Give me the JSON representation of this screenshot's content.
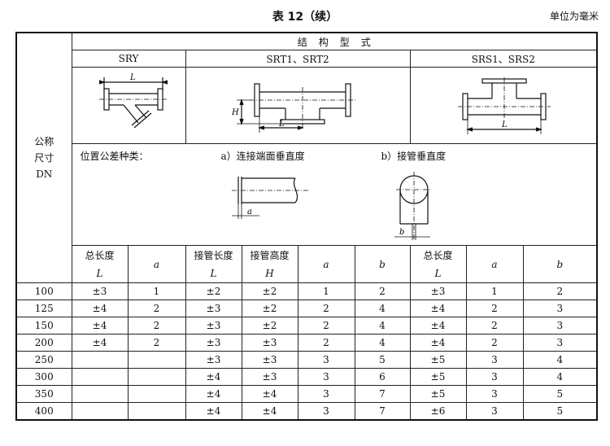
{
  "caption": {
    "title": "表 12（续）",
    "unit": "单位为毫米"
  },
  "header": {
    "dn_line1": "公称",
    "dn_line2": "尺寸",
    "dn_line3": "DN",
    "structure": "结构型式",
    "types": [
      "SRY",
      "SRT1、SRT2",
      "SRS1、SRS2"
    ],
    "fig_labels": {
      "L": "L",
      "H": "H",
      "a": "a",
      "b": "b"
    },
    "tol_label": "位置公差种类：",
    "tol_a": "a）连接端面垂直度",
    "tol_b": "b）接管垂直度"
  },
  "col_headers": [
    {
      "top": "总长度",
      "bottom": "L"
    },
    {
      "top": "",
      "bottom": "a"
    },
    {
      "top": "接管长度",
      "bottom": "L"
    },
    {
      "top": "接管高度",
      "bottom": "H"
    },
    {
      "top": "",
      "bottom": "a"
    },
    {
      "top": "",
      "bottom": "b"
    },
    {
      "top": "总长度",
      "bottom": "L"
    },
    {
      "top": "",
      "bottom": "a"
    },
    {
      "top": "",
      "bottom": "b"
    }
  ],
  "rows": [
    [
      "100",
      "±3",
      "1",
      "±2",
      "±2",
      "1",
      "2",
      "±3",
      "1",
      "2"
    ],
    [
      "125",
      "±4",
      "2",
      "±3",
      "±2",
      "2",
      "4",
      "±4",
      "2",
      "3"
    ],
    [
      "150",
      "±4",
      "2",
      "±3",
      "±2",
      "2",
      "4",
      "±4",
      "2",
      "3"
    ],
    [
      "200",
      "±4",
      "2",
      "±3",
      "±3",
      "2",
      "4",
      "±4",
      "2",
      "3"
    ],
    [
      "250",
      "",
      "",
      "±3",
      "±3",
      "3",
      "5",
      "±5",
      "3",
      "4"
    ],
    [
      "300",
      "",
      "",
      "±4",
      "±3",
      "3",
      "6",
      "±5",
      "3",
      "4"
    ],
    [
      "350",
      "",
      "",
      "±4",
      "±4",
      "3",
      "7",
      "±5",
      "3",
      "5"
    ],
    [
      "400",
      "",
      "",
      "±4",
      "±4",
      "3",
      "7",
      "±6",
      "3",
      "5"
    ]
  ]
}
